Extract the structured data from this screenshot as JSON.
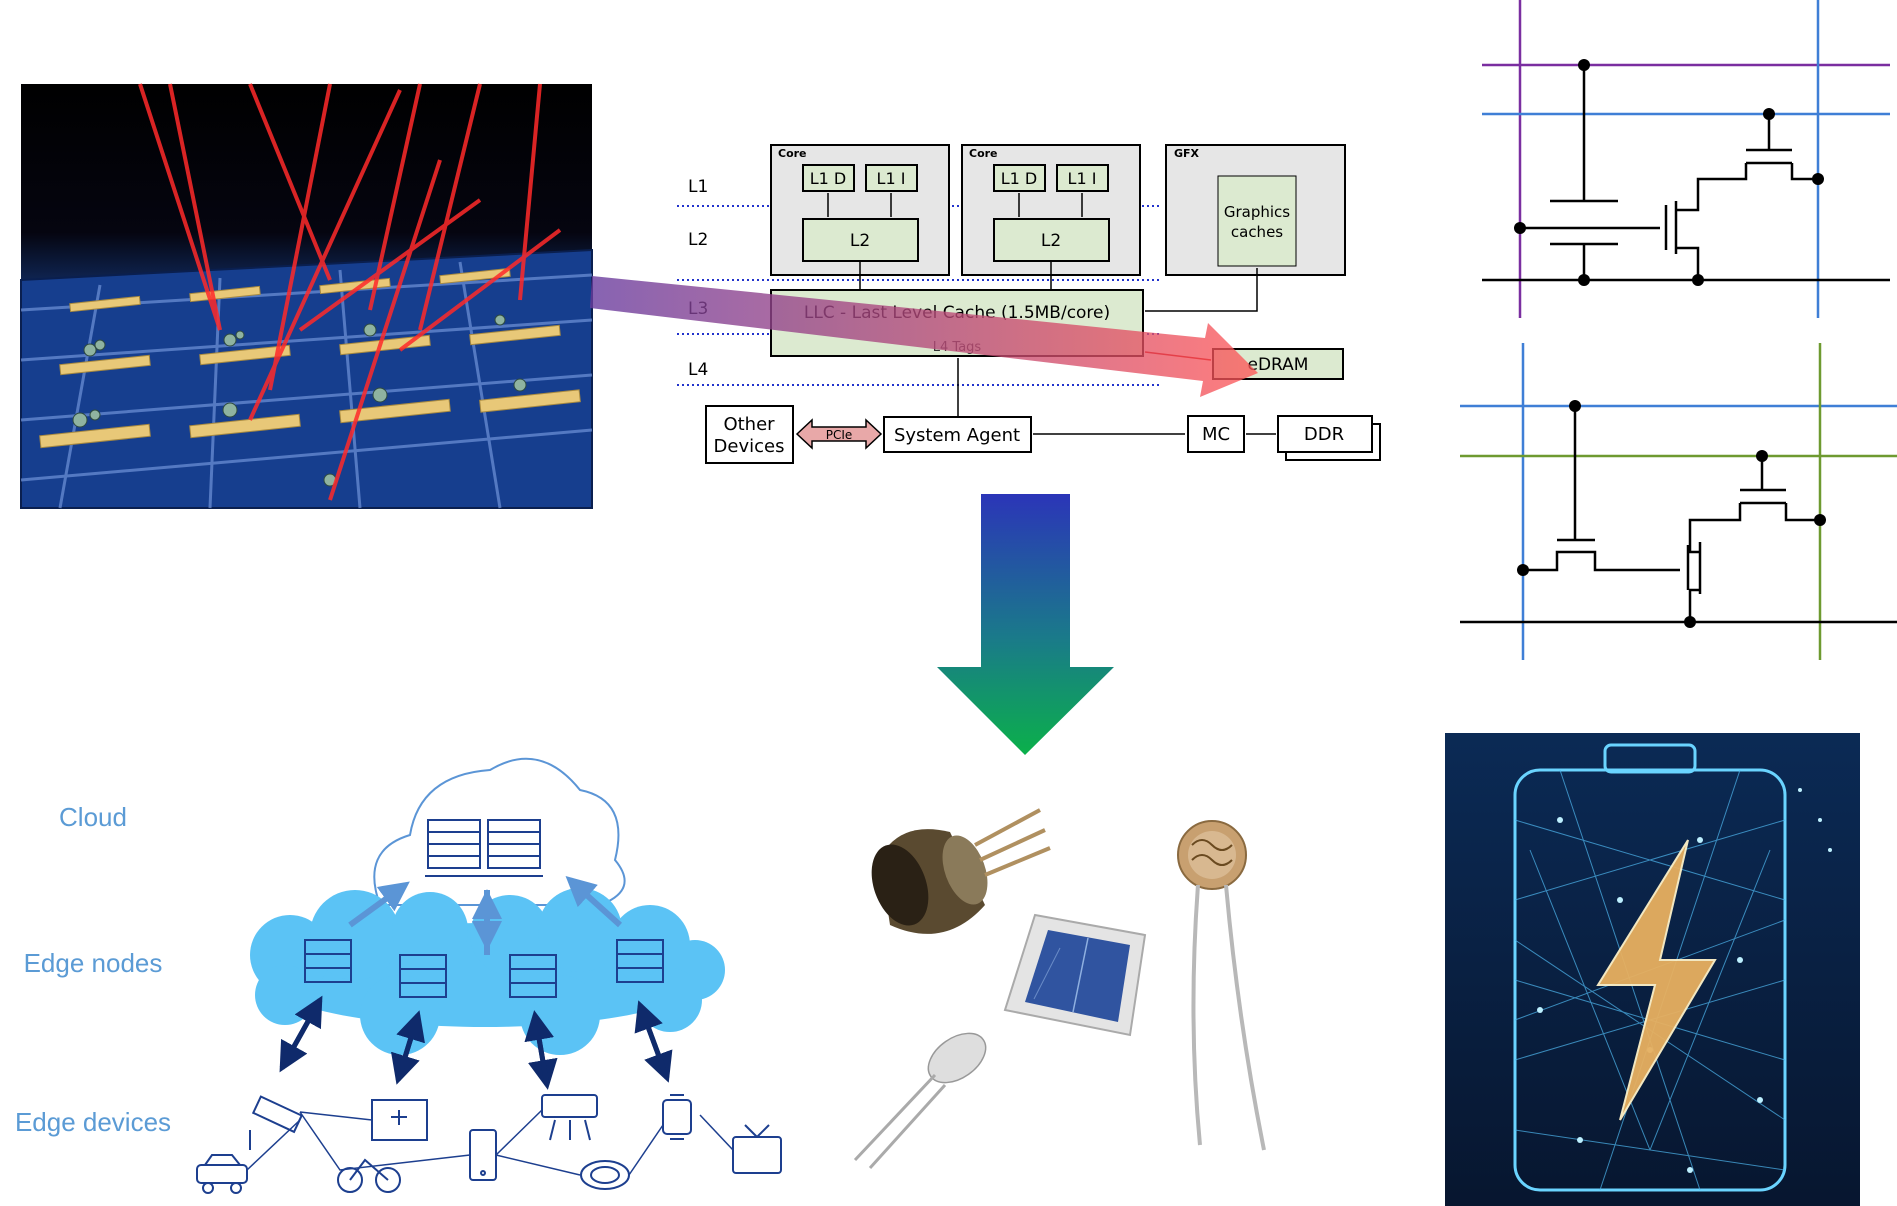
{
  "cache_diagram": {
    "levels": [
      "L1",
      "L2",
      "L3",
      "L4"
    ],
    "core_label": "Core",
    "l1d": "L1 D",
    "l1i": "L1 I",
    "l2": "L2",
    "gfx_label": "GFX",
    "graphics_caches_line1": "Graphics",
    "graphics_caches_line2": "caches",
    "llc": "LLC - Last Level Cache (1.5MB/core)",
    "l4_tags": "L4 Tags",
    "edram": "eDRAM",
    "other_devices_line1": "Other",
    "other_devices_line2": "Devices",
    "pcie": "PCIe",
    "system_agent": "System Agent",
    "mc": "MC",
    "ddr": "DDR"
  },
  "edge": {
    "cloud": "Cloud",
    "edge_nodes": "Edge nodes",
    "edge_devices": "Edge devices"
  },
  "colors": {
    "edge_label": "#5b9bd5",
    "edge_cloud_fill": "#5bc3f5",
    "device_icon": "#1d3f8f",
    "cache_box_fill": "#dcead0",
    "outer_box_fill": "#e6e6e6",
    "level_dots": "#2233cc",
    "grid_purple": "#7a2ea0",
    "grid_blue": "#3f7fd6",
    "grid_green": "#6e9a30",
    "arrow_top": "#2b35b8",
    "arrow_bottom": "#0bb04a",
    "diag_arrow_start": "#6a3ea0",
    "diag_arrow_end": "#ff5555"
  },
  "icons": {
    "photo_top_left": "laser-lattice-image",
    "photo_sensors": "optoelectronic-components-image",
    "photo_battery": "wireframe-battery-image",
    "down_arrow": "down-arrow-icon",
    "circuits": "transistor-circuit-diagram"
  }
}
